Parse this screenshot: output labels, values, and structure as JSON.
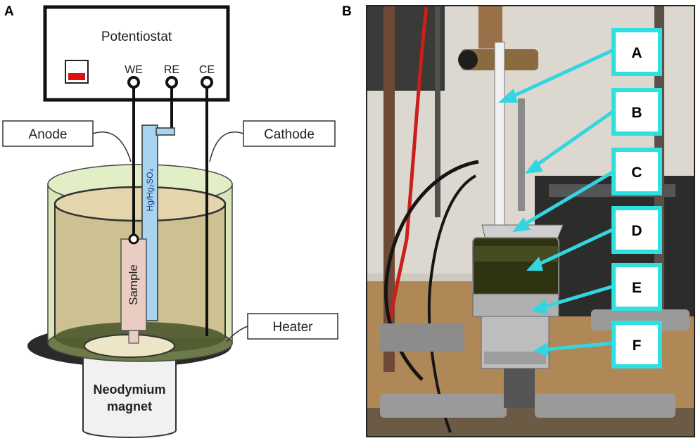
{
  "panel_a": {
    "letter": "A",
    "potentiostat_title": "Potentiostat",
    "terminals": {
      "we": "WE",
      "re": "RE",
      "ce": "CE"
    },
    "labels": {
      "anode": "Anode",
      "cathode": "Cathode",
      "heater": "Heater"
    },
    "reference_electrode": "Hg/Hg₂SO₄",
    "sample": "Sample",
    "magnet_line1": "Neodymium",
    "magnet_line2": "magnet"
  },
  "panel_b": {
    "letter": "B",
    "callouts": [
      "A",
      "B",
      "C",
      "D",
      "E",
      "F"
    ]
  },
  "colors": {
    "callout_border": "#2ee0e0",
    "arrow": "#33d6e0",
    "meter_red": "#e01010",
    "liquid": "#cbb98a",
    "beaker_outer": "#d8e6b8",
    "reference_tube": "#a9d4ef",
    "heater": "#2a2a2a"
  }
}
